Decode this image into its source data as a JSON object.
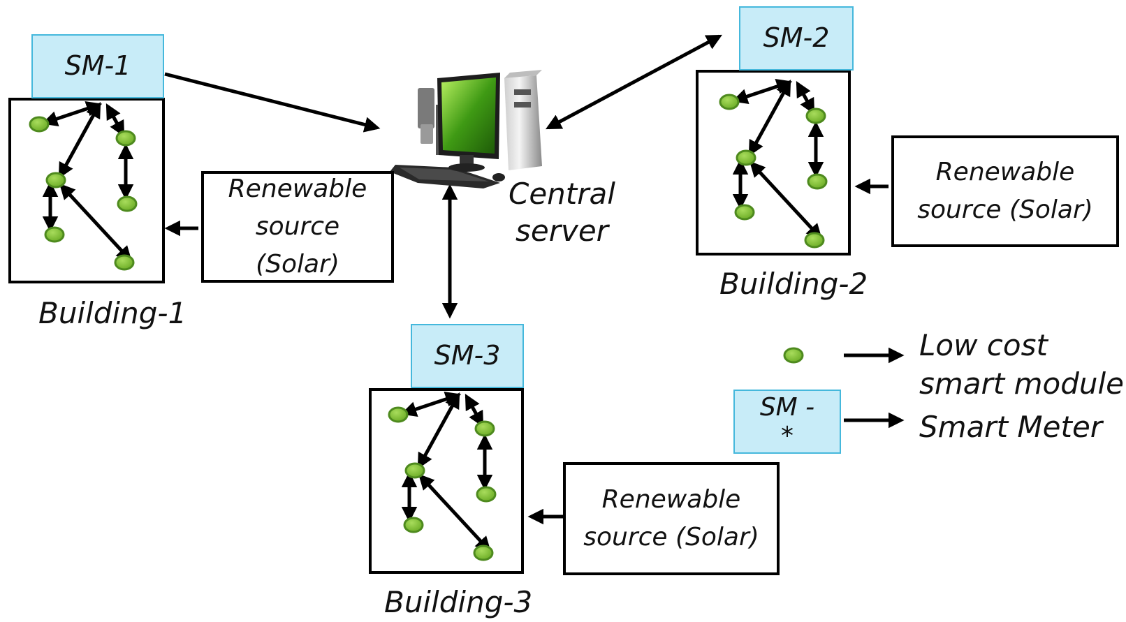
{
  "server": {
    "label_line1": "Central",
    "label_line2": "server"
  },
  "buildings": [
    {
      "name": "Building-1",
      "meter": "SM-1",
      "source_line1": "Renewable",
      "source_line2": "source",
      "source_line3": "(Solar)"
    },
    {
      "name": "Building-2",
      "meter": "SM-2",
      "source_line1": "Renewable",
      "source_line2": "source (Solar)"
    },
    {
      "name": "Building-3",
      "meter": "SM-3",
      "source_line1": "Renewable",
      "source_line2": "source (Solar)"
    }
  ],
  "legend": {
    "module_line1": "Low cost",
    "module_line2": "smart module",
    "meter_symbol_line1": "SM -",
    "meter_symbol_line2": "*",
    "meter_text": "Smart Meter"
  },
  "colors": {
    "node": "#7dbb2e",
    "node_border": "#4e8a1e",
    "meter_fill": "#c8ecf8",
    "meter_border": "#45b8dc",
    "edge": "#000000"
  }
}
